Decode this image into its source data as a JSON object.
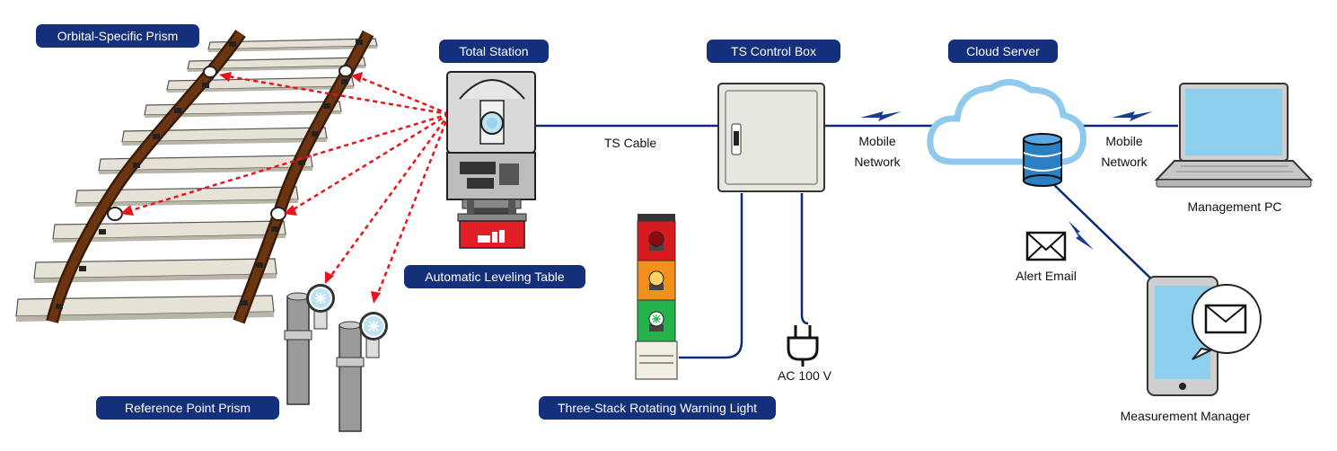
{
  "labels": {
    "orbital_prism": "Orbital-Specific Prism",
    "total_station": "Total Station",
    "ts_control_box": "TS Control Box",
    "cloud_server": "Cloud Server",
    "ts_cable": "TS Cable",
    "mobile_network_1_line1": "Mobile",
    "mobile_network_1_line2": "Network",
    "mobile_network_2_line1": "Mobile",
    "mobile_network_2_line2": "Network",
    "management_pc": "Management PC",
    "automatic_leveling_table": "Automatic Leveling Table",
    "alert_email": "Alert Email",
    "ac_power": "AC 100 V",
    "reference_point_prism": "Reference Point Prism",
    "warning_light": "Three-Stack Rotating Warning Light",
    "measurement_manager": "Measurement Manager"
  },
  "colors": {
    "label_bg": "#15307a",
    "cable": "#0d2a78",
    "laser": "#e8141b",
    "rail": "#6b3512",
    "sleeper": "#e6e3d6",
    "cloud_outline": "#8fc9ee",
    "lamp_red": "#d71920",
    "lamp_orange": "#f2901d",
    "lamp_green": "#23b34a"
  },
  "icons": [
    "rail-track",
    "total-station-icon",
    "leveling-table-icon",
    "control-box-icon",
    "cloud-icon",
    "database-icon",
    "laptop-icon",
    "tablet-icon",
    "envelope-icon",
    "plug-icon",
    "warning-light-icon",
    "prism-pole-icon",
    "lightning-icon"
  ]
}
